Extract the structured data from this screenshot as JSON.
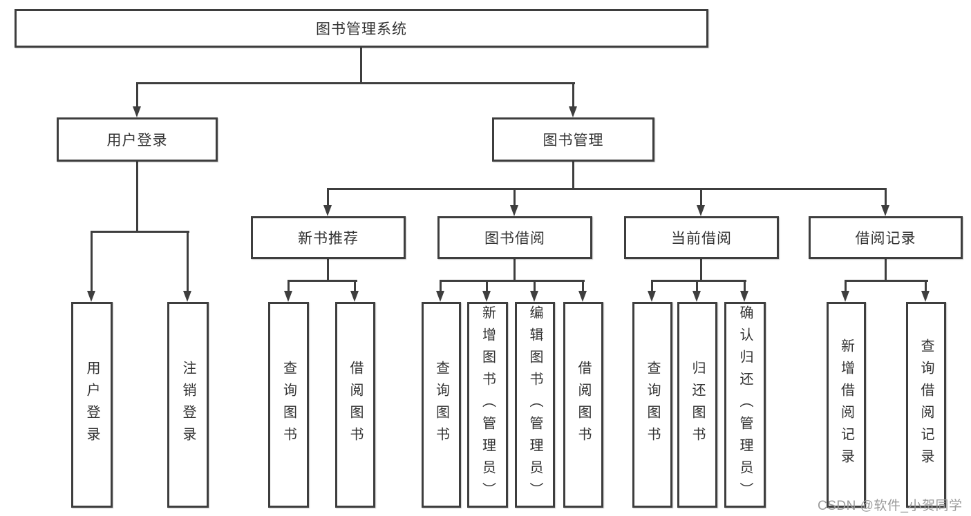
{
  "nodes": {
    "root": "图书管理系统",
    "user_login": "用户登录",
    "book_mgmt": "图书管理",
    "new_book_rec": "新书推荐",
    "book_borrow": "图书借阅",
    "current_borrow": "当前借阅",
    "borrow_records": "借阅记录",
    "g1_user_login": "用户登录",
    "g1_logout": "注销登录",
    "g2_query_book": "查询图书",
    "g2_borrow_book": "借阅图书",
    "g3_query_book": "查询图书",
    "g3_add_book": "新增图书（管理员）",
    "g3_edit_book": "编辑图书（管理员）",
    "g3_borrow_book": "借阅图书",
    "g4_query_book": "查询图书",
    "g4_return_book": "归还图书",
    "g4_confirm_return": "确认归还（管理员）",
    "g5_add_record": "新增借阅记录",
    "g5_query_record": "查询借阅记录"
  },
  "watermark": "CSDN @软件_小贺同学",
  "colors": {
    "line": "#3e3e3e",
    "text": "#333333",
    "watermark": "#9b9b9b",
    "background": "#ffffff"
  }
}
